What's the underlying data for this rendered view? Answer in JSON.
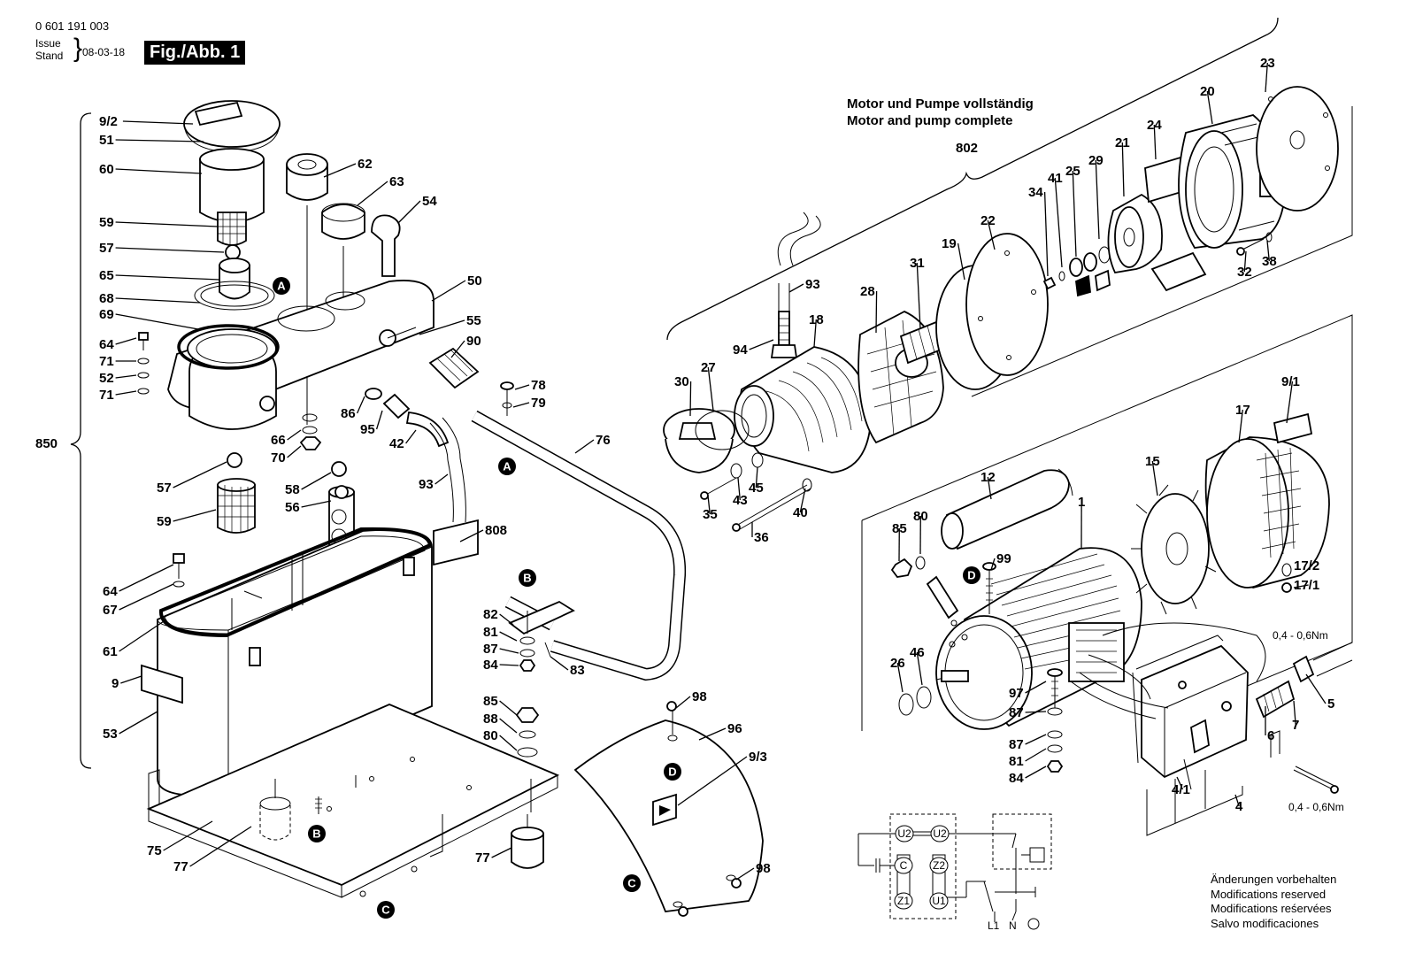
{
  "header": {
    "doc_number": "0 601 191 003",
    "issue_label": "Issue",
    "stand_label": "Stand",
    "date": "08-03-18",
    "figure": "Fig./Abb. 1"
  },
  "motor_title": {
    "de": "Motor und Pumpe vollständig",
    "en": "Motor and pump complete"
  },
  "modifications": {
    "de": "Änderungen vorbehalten",
    "en": "Modifications reserved",
    "fr": "Modifications reśervées",
    "es": "Salvo modificaciones"
  },
  "wiring": {
    "terminals": [
      "U2",
      "U2",
      "C",
      "Z2",
      "Z1",
      "U1"
    ],
    "lines": [
      "L1",
      "N"
    ]
  },
  "letter_markers": [
    "A",
    "A",
    "B",
    "B",
    "C",
    "C",
    "D",
    "D"
  ],
  "callouts": [
    "9/2",
    "51",
    "60",
    "62",
    "63",
    "54",
    "59",
    "57",
    "65",
    "68",
    "69",
    "50",
    "64",
    "71",
    "52",
    "71",
    "55",
    "90",
    "78",
    "79",
    "76",
    "86",
    "95",
    "42",
    "66",
    "70",
    "93",
    "850",
    "57",
    "59",
    "58",
    "56",
    "808",
    "64",
    "67",
    "61",
    "9",
    "53",
    "82",
    "81",
    "87",
    "84",
    "83",
    "85",
    "88",
    "80",
    "98",
    "96",
    "9/3",
    "75",
    "77",
    "77",
    "98",
    "802",
    "23",
    "20",
    "24",
    "21",
    "29",
    "25",
    "41",
    "34",
    "32",
    "38",
    "22",
    "19",
    "31",
    "28",
    "93",
    "94",
    "18",
    "27",
    "30",
    "43",
    "45",
    "35",
    "40",
    "36",
    "9/1",
    "17",
    "15",
    "12",
    "1",
    "85",
    "80",
    "99",
    "17/2",
    "17/1",
    "26",
    "46",
    "97",
    "87",
    "87",
    "81",
    "84",
    "5",
    "6",
    "7",
    "4/1",
    "4"
  ],
  "torque": [
    "0,4 - 0,6Nm",
    "0,4 - 0,6Nm"
  ]
}
